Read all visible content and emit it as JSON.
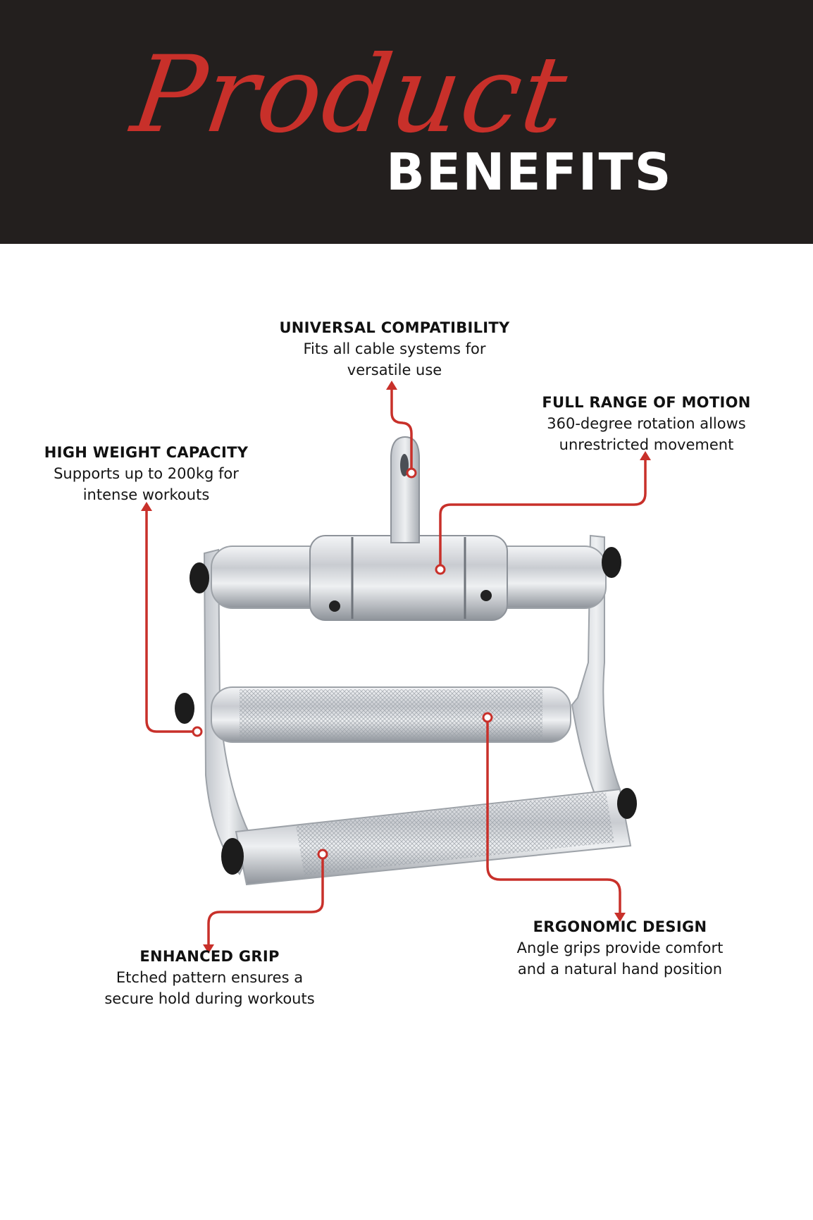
{
  "header": {
    "script_title": "Product",
    "bold_title": "BENEFITS"
  },
  "benefits": {
    "universal": {
      "title": "UNIVERSAL COMPATIBILITY",
      "line1": "Fits all cable systems for",
      "line2": "versatile use"
    },
    "motion": {
      "title": "FULL RANGE OF MOTION",
      "line1": "360-degree rotation allows",
      "line2": "unrestricted movement"
    },
    "weight": {
      "title": "HIGH WEIGHT CAPACITY",
      "line1": "Supports up to 200kg for",
      "line2": "intense workouts"
    },
    "grip": {
      "title": "ENHANCED GRIP",
      "line1": "Etched pattern ensures a",
      "line2": "secure hold during workouts"
    },
    "ergonomic": {
      "title": "ERGONOMIC DESIGN",
      "line1": "Angle grips provide comfort",
      "line2": "and a natural hand position"
    }
  },
  "colors": {
    "header_bg": "#231f1e",
    "accent": "#c8302a",
    "text": "#111111"
  },
  "icons": [
    "callout-arrow-icon",
    "callout-dot-icon"
  ]
}
